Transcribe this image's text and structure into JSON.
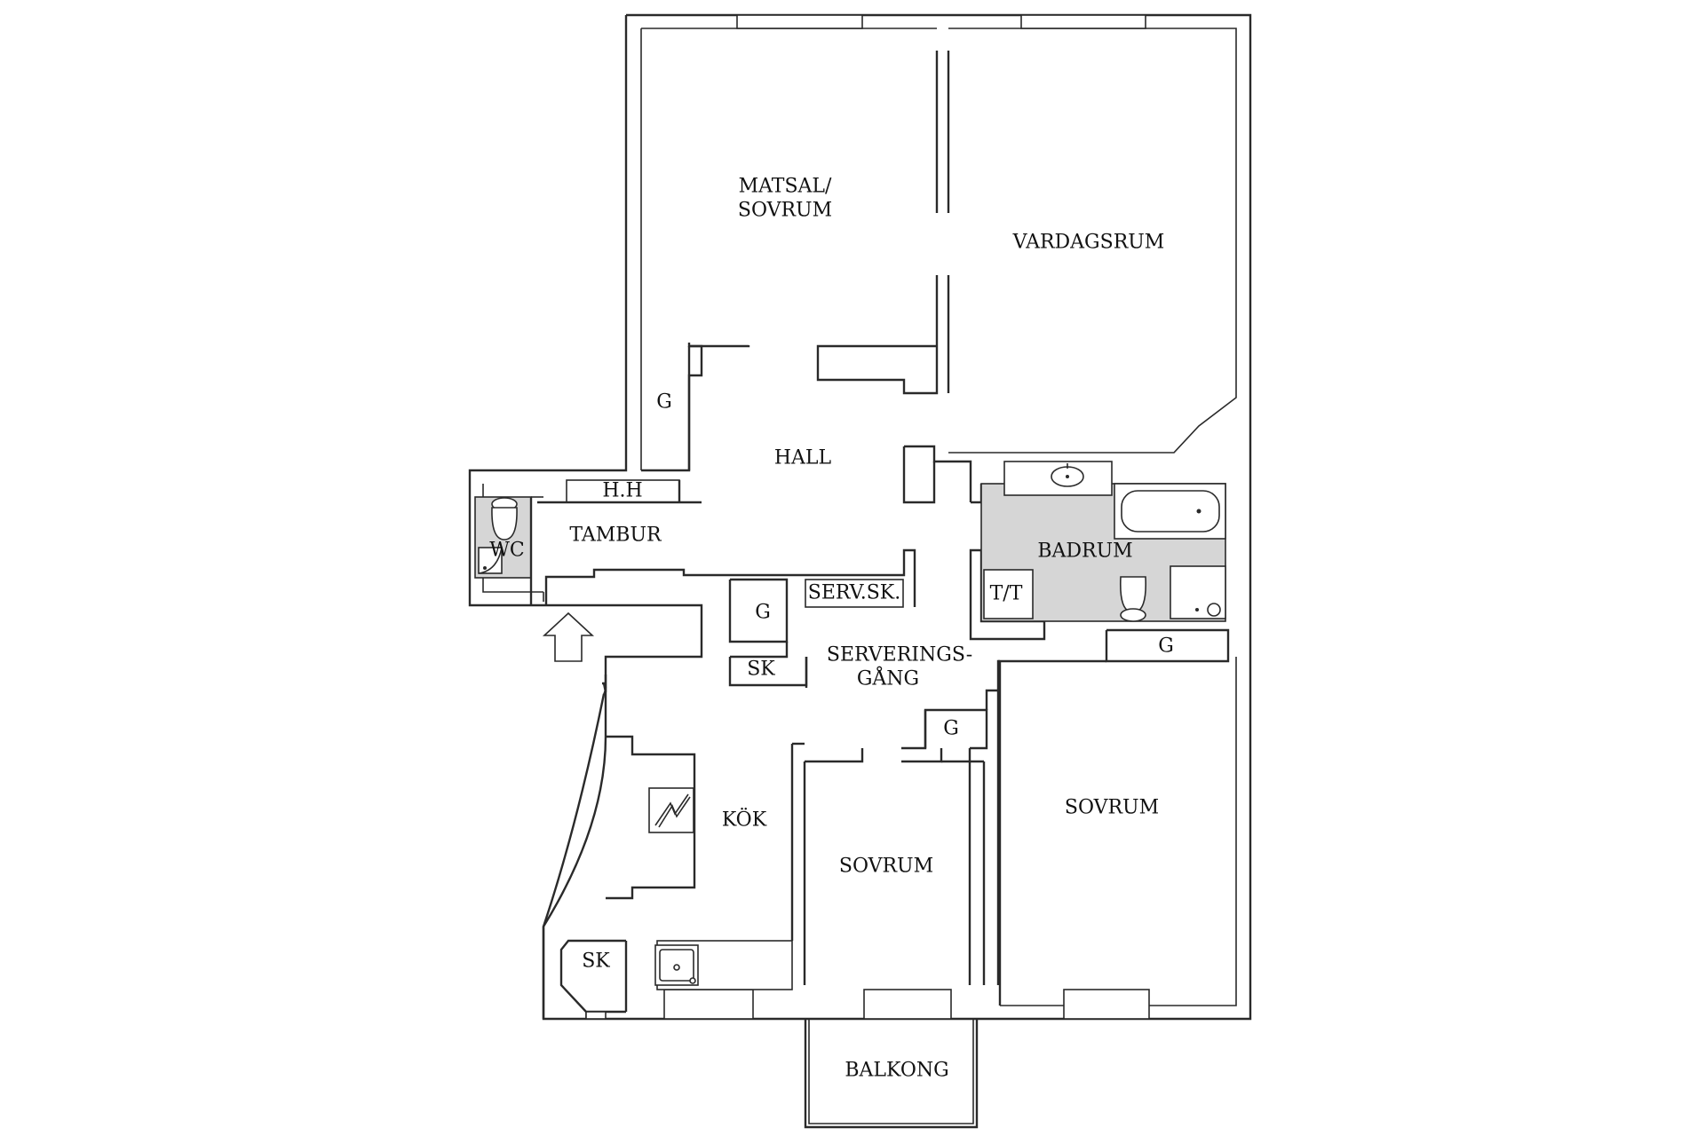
{
  "rooms": {
    "matsal_line1": "MATSAL/",
    "matsal_line2": "SOVRUM",
    "vardagsrum": "VARDAGSRUM",
    "hall": "HALL",
    "hh": "H.H",
    "tambur": "TAMBUR",
    "wc": "WC",
    "badrum": "BADRUM",
    "tt": "T/T",
    "serv_sk": "SERV.SK.",
    "g_closet_hall": "G",
    "g_closet_serv": "G",
    "g_closet_bath": "G",
    "g_closet_bed": "G",
    "sk_serv": "SK",
    "serveringsgang_line1": "SERVERINGS-",
    "serveringsgang_line2": "GÅNG",
    "kok": "KÖK",
    "sk_kitchen": "SK",
    "sovrum_small": "SOVRUM",
    "sovrum_large": "SOVRUM",
    "balkong": "BALKONG"
  },
  "colors": {
    "wall": "#2a2a2a",
    "wet_area": "#d6d6d6",
    "background": "#ffffff"
  }
}
